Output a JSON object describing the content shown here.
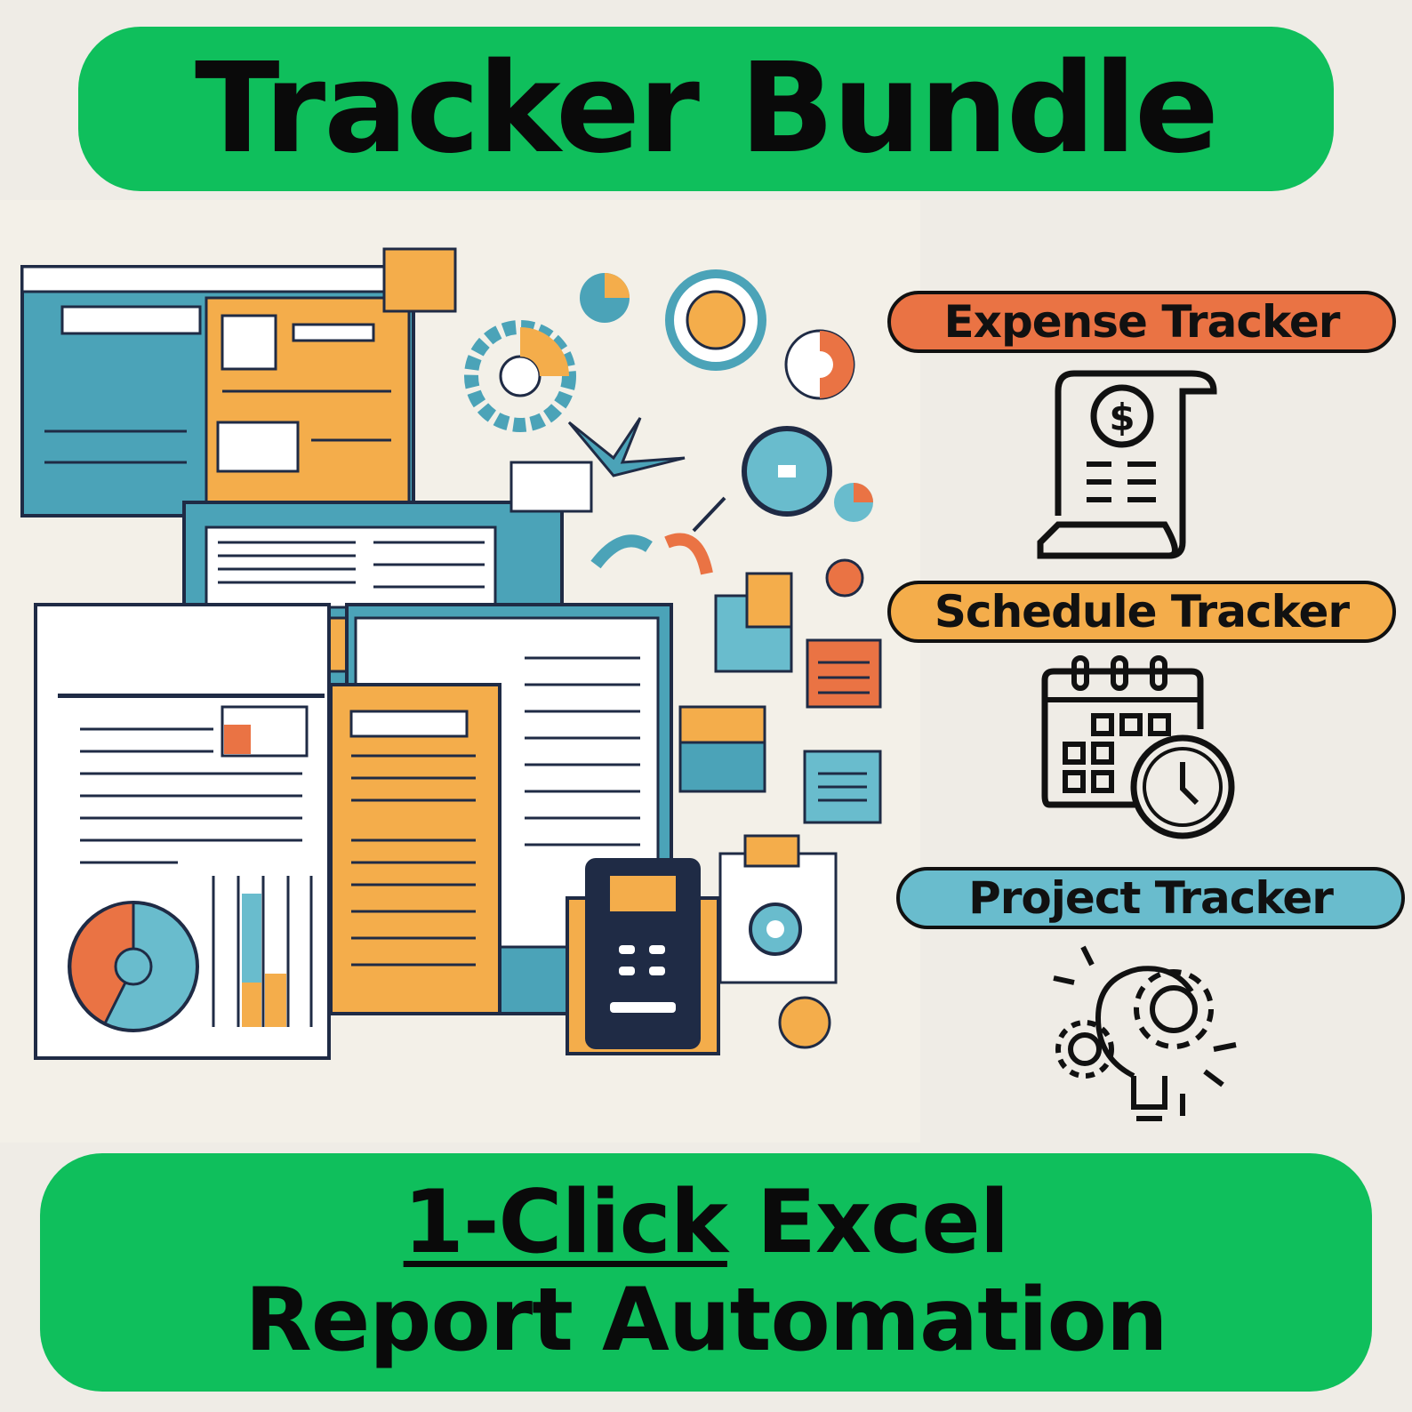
{
  "title": "Tracker Bundle",
  "trackers": [
    {
      "label": "Expense Tracker",
      "icon": "receipt-dollar-icon",
      "color": "#ea7344"
    },
    {
      "label": "Schedule Tracker",
      "icon": "calendar-clock-icon",
      "color": "#f4ad4b"
    },
    {
      "label": "Project Tracker",
      "icon": "lightbulb-gears-icon",
      "color": "#69bccd"
    }
  ],
  "footer": {
    "highlight": "1-Click",
    "line1_rest": " Excel",
    "line2": "Report Automation"
  },
  "colors": {
    "banner_green": "#0fbf5c",
    "teal": "#4ba3b8",
    "orange": "#ea7344",
    "amber": "#f4ad4b",
    "navy": "#1f2b45"
  }
}
